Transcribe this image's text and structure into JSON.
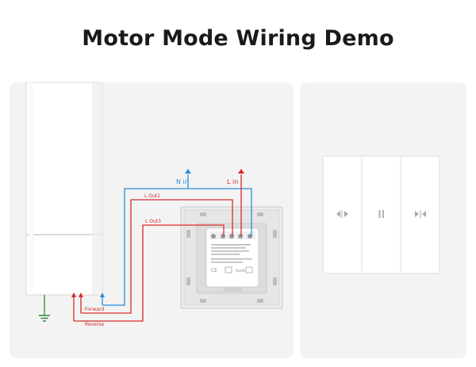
{
  "title": "Motor Mode Wiring Demo",
  "labels": {
    "n_in": "N in",
    "l_in": "L in",
    "l_out1": "L Out1",
    "l_out3": "L Out3",
    "forward": "Forward",
    "reverse": "Reverse"
  },
  "device_text": {
    "ce_mark": "CE",
    "rohs": "RoHS"
  },
  "colors": {
    "neutral_wire": "#2b8fd6",
    "live_wire": "#d62b2b",
    "panel_bg": "#f3f3f3",
    "title": "#1a1a1a"
  },
  "icons": [
    "ground-icon",
    "open-icon",
    "pause-icon",
    "close-icon"
  ]
}
